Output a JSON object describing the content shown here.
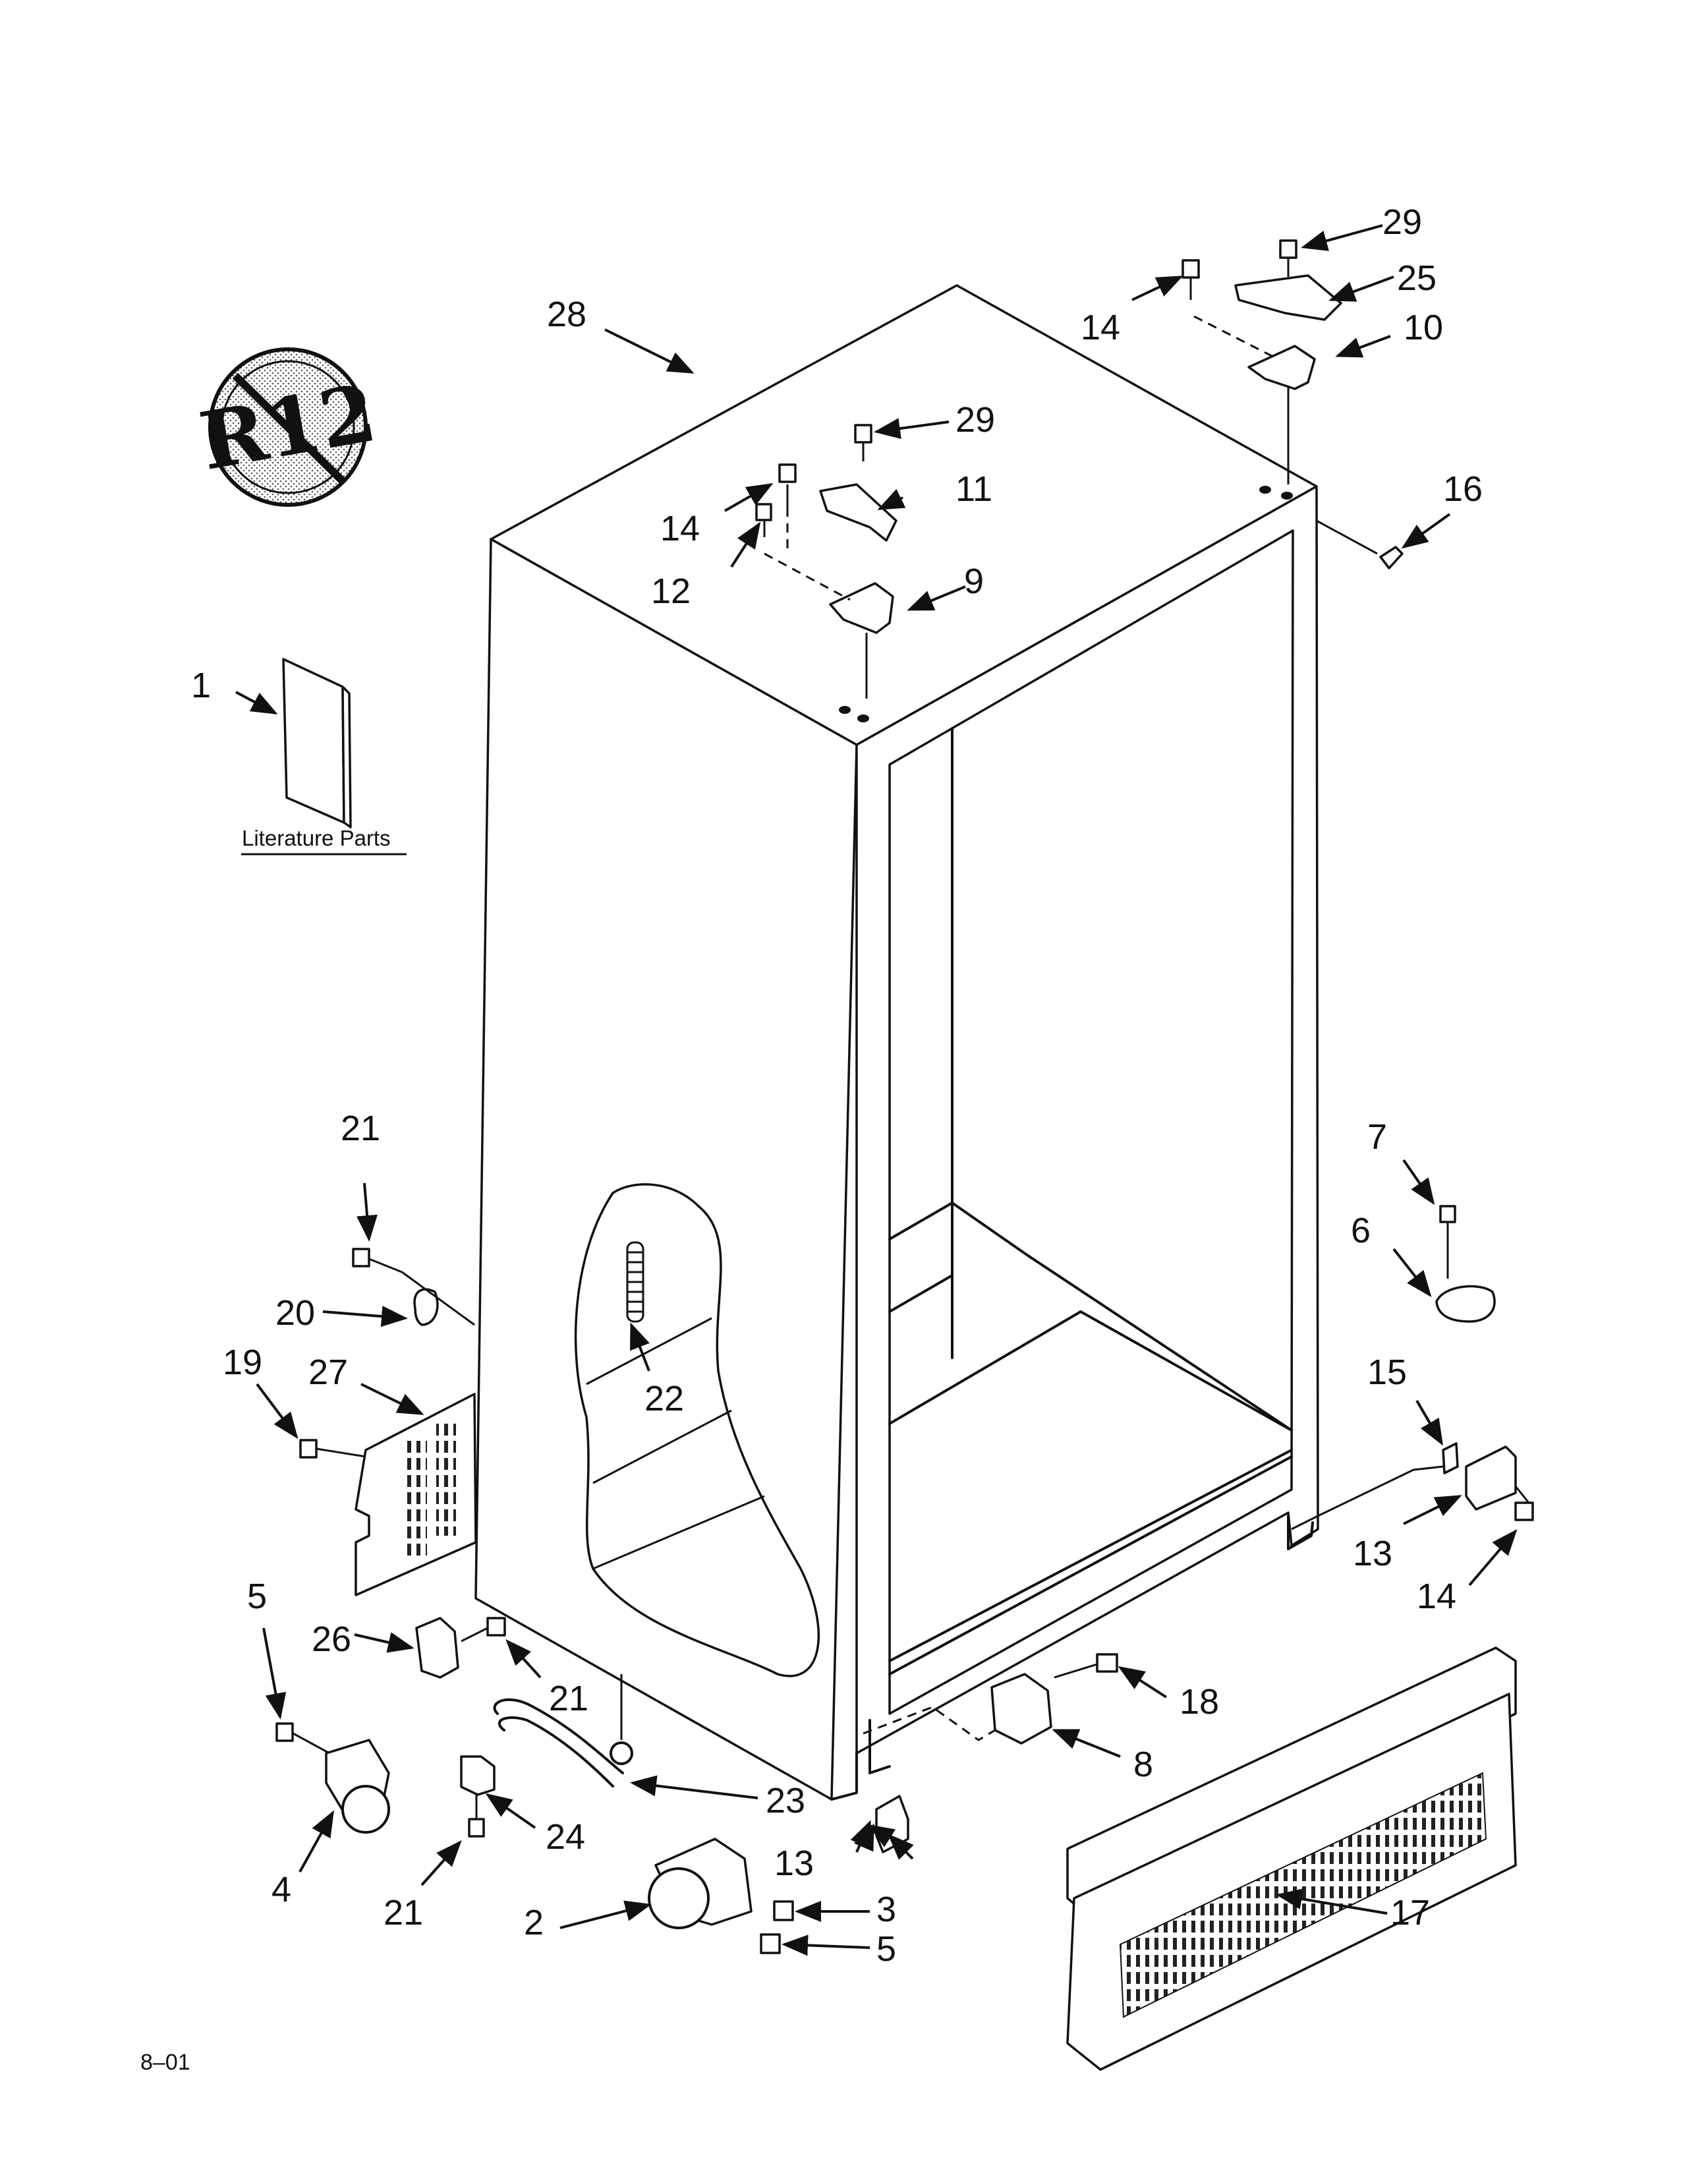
{
  "labels": [
    {
      "id": "1",
      "text": "1"
    },
    {
      "id": "2",
      "text": "2"
    },
    {
      "id": "3",
      "text": "3"
    },
    {
      "id": "4",
      "text": "4"
    },
    {
      "id": "5a",
      "text": "5"
    },
    {
      "id": "5b",
      "text": "5"
    },
    {
      "id": "6",
      "text": "6"
    },
    {
      "id": "7",
      "text": "7"
    },
    {
      "id": "8",
      "text": "8"
    },
    {
      "id": "9",
      "text": "9"
    },
    {
      "id": "10",
      "text": "10"
    },
    {
      "id": "11",
      "text": "11"
    },
    {
      "id": "12",
      "text": "12"
    },
    {
      "id": "13a",
      "text": "13"
    },
    {
      "id": "13b",
      "text": "13"
    },
    {
      "id": "14a",
      "text": "14"
    },
    {
      "id": "14b",
      "text": "14"
    },
    {
      "id": "14c",
      "text": "14"
    },
    {
      "id": "15",
      "text": "15"
    },
    {
      "id": "16",
      "text": "16"
    },
    {
      "id": "17",
      "text": "17"
    },
    {
      "id": "18",
      "text": "18"
    },
    {
      "id": "19",
      "text": "19"
    },
    {
      "id": "20",
      "text": "20"
    },
    {
      "id": "21a",
      "text": "21"
    },
    {
      "id": "21b",
      "text": "21"
    },
    {
      "id": "21c",
      "text": "21"
    },
    {
      "id": "22",
      "text": "22"
    },
    {
      "id": "23",
      "text": "23"
    },
    {
      "id": "24",
      "text": "24"
    },
    {
      "id": "25",
      "text": "25"
    },
    {
      "id": "26",
      "text": "26"
    },
    {
      "id": "27",
      "text": "27"
    },
    {
      "id": "28",
      "text": "28"
    },
    {
      "id": "29a",
      "text": "29"
    },
    {
      "id": "29b",
      "text": "29"
    }
  ],
  "literature_label": "Literature Parts",
  "r12_symbol": "R12",
  "footer_code": "8–01",
  "colors": {
    "ink": "#111111",
    "paper": "#ffffff"
  }
}
